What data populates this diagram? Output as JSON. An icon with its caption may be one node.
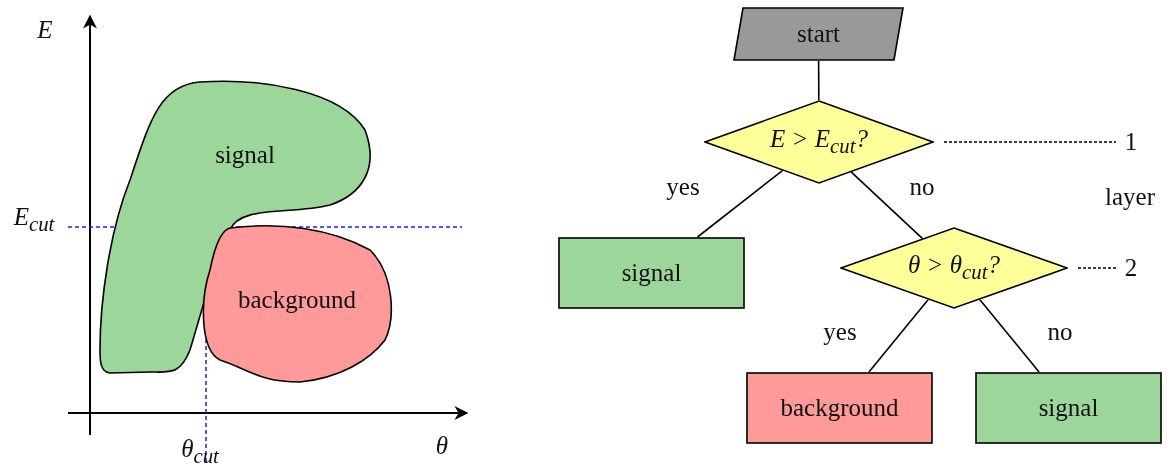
{
  "diagram": {
    "nodes": [
      {
        "text": [
          "signal"
        ]
      },
      {
        "text": [
          "background"
        ]
      },
      {
        "text": [
          "start"
        ]
      },
      {
        "text": [
          "E > E$_{cut}$?"
        ]
      },
      {
        "text": [
          "signal"
        ]
      },
      {
        "text": [
          "θ > θ$_{cut}$?"
        ]
      },
      {
        "text": [
          "1"
        ]
      },
      {
        "text": [
          "2"
        ]
      },
      {
        "text": [
          "background"
        ]
      },
      {
        "text": [
          "signal"
        ]
      }
    ],
    "edges": [
      {
        "from": 2,
        "to": 3,
        "arrow": "none"
      },
      {
        "from": 3,
        "to": 4,
        "arrow": "none",
        "label": "yes"
      },
      {
        "from": 3,
        "to": 5,
        "arrow": "none",
        "label": "no"
      },
      {
        "from": 3,
        "to": 6,
        "arrow": "none",
        "style": "dashed"
      },
      {
        "from": 5,
        "to": 7,
        "arrow": "none",
        "style": "dashed"
      },
      {
        "from": 5,
        "to": 8,
        "arrow": "none",
        "label": "yes"
      },
      {
        "from": 5,
        "to": 9,
        "arrow": "none",
        "label": "no"
      }
    ],
    "labels": [
      "E",
      "E$_{cut}$",
      "θ$_{cut}$",
      "θ",
      "layer"
    ]
  }
}
